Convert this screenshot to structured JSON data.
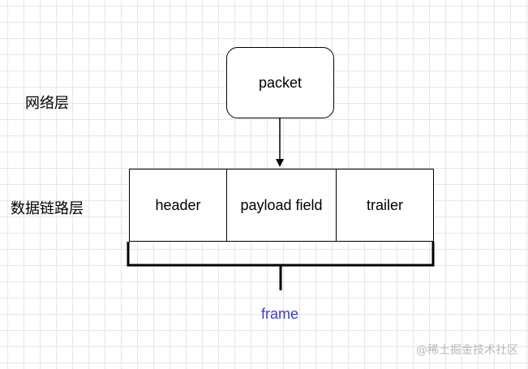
{
  "labels": {
    "network_layer": "网络层",
    "data_link_layer": "数据链路层"
  },
  "packet": {
    "label": "packet"
  },
  "frame": {
    "fields": [
      "header",
      "payload field",
      "trailer"
    ],
    "label": "frame"
  },
  "watermark": "@稀土掘金技术社区",
  "colors": {
    "frame_label": "#3b3bd6",
    "grid": "#e6e6e6",
    "stroke": "#000000"
  }
}
